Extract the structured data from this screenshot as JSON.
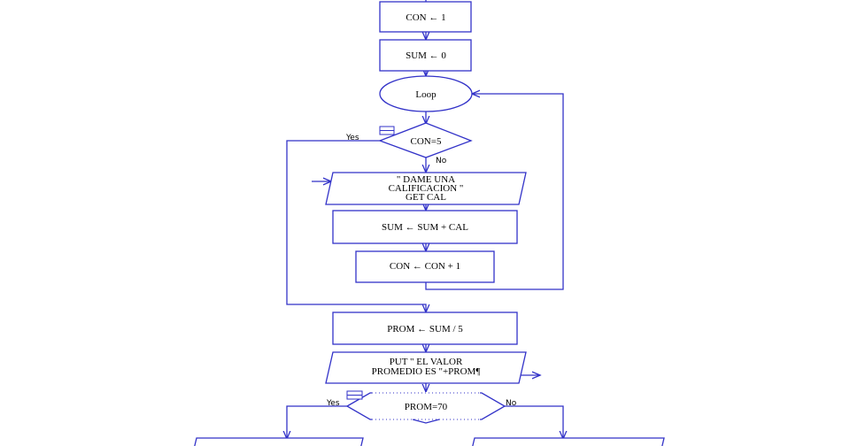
{
  "flowchart": {
    "con_init": "CON ← 1",
    "sum_init": "SUM ← 0",
    "loop": "Loop",
    "cond1": "CON=5",
    "cond1_yes": "Yes",
    "cond1_no": "No",
    "input_lines": [
      "\" DAME UNA",
      "CALIFICACION \"",
      "GET CAL"
    ],
    "sum_update": "SUM ← SUM + CAL",
    "con_update": "CON ← CON + 1",
    "prom": "PROM ← SUM / 5",
    "output_lines": [
      "PUT \" EL VALOR",
      "PROMEDIO ES    \"+PROM¶"
    ],
    "cond2": "PROM=70",
    "cond2_yes": "Yes",
    "cond2_no": "No"
  },
  "colors": {
    "stroke": "#3232c8"
  }
}
